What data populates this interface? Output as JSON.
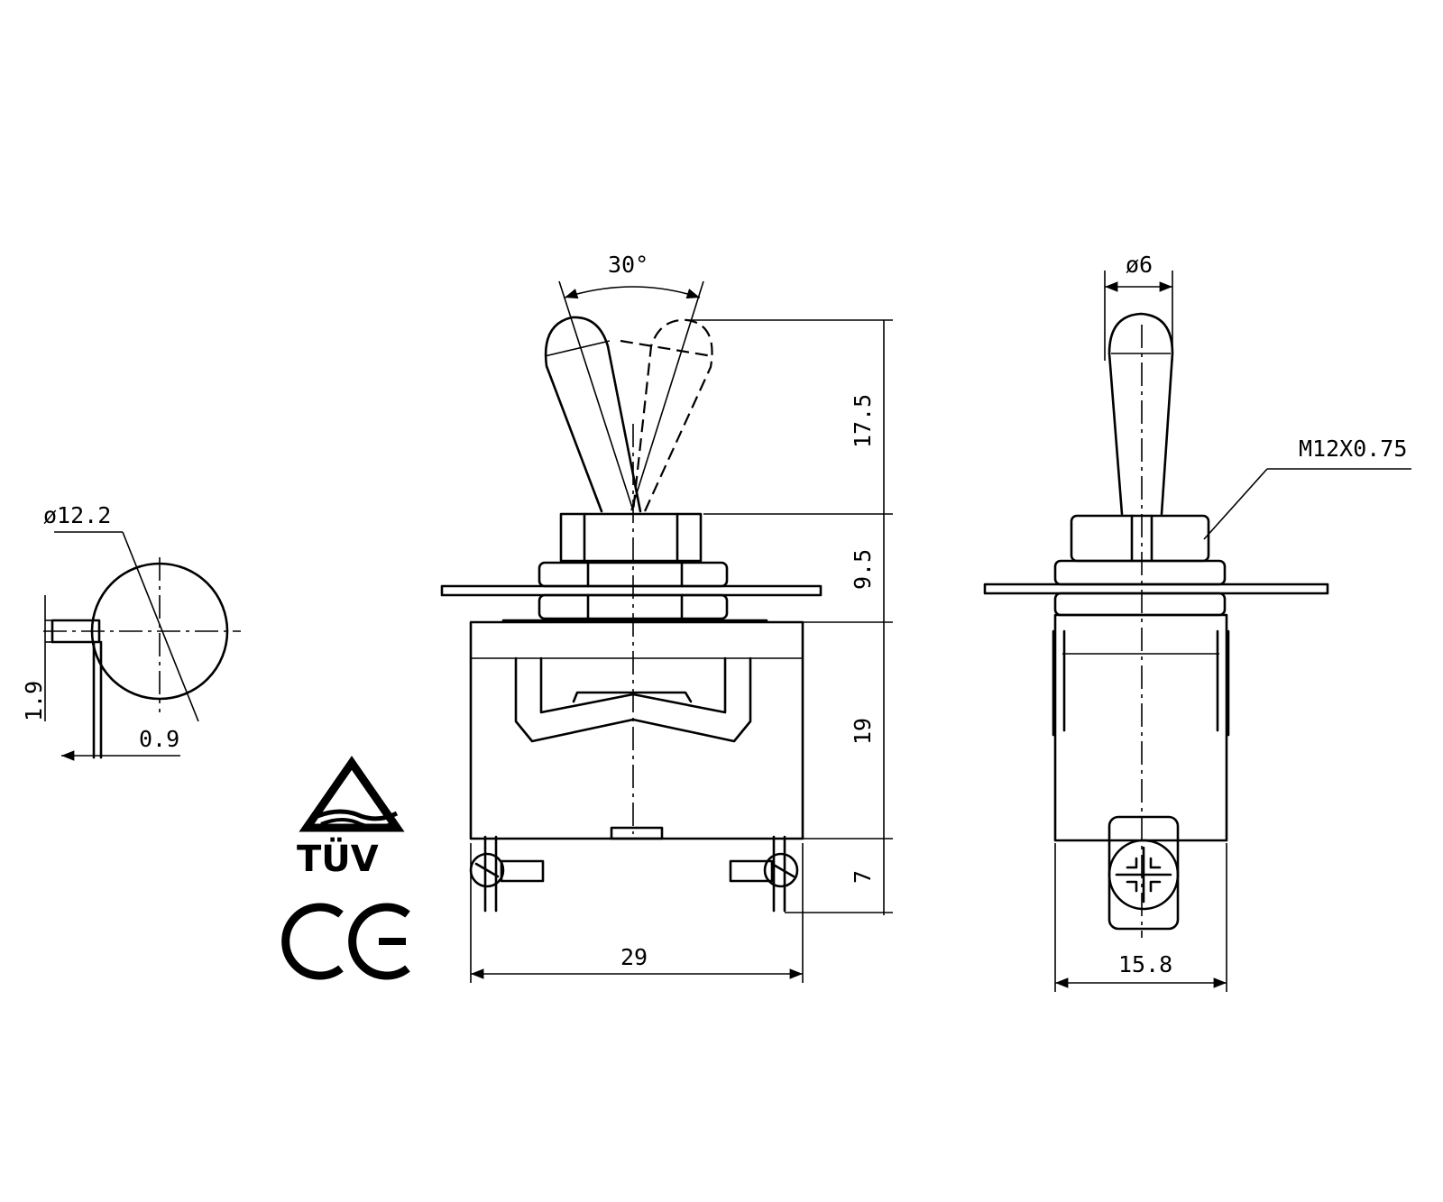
{
  "pin_view": {
    "diameter": "ø12.2",
    "height": "1.9",
    "thickness": "0.9"
  },
  "front_view": {
    "angle": "30°",
    "lever_height": "17.5",
    "bushing_height": "9.5",
    "body_height": "19",
    "terminal_height": "7",
    "body_width": "29"
  },
  "side_view": {
    "lever_diameter": "ø6",
    "thread": "M12X0.75",
    "body_width": "15.8"
  },
  "logos": {
    "tuv": "TÜV",
    "ce": "CE"
  }
}
